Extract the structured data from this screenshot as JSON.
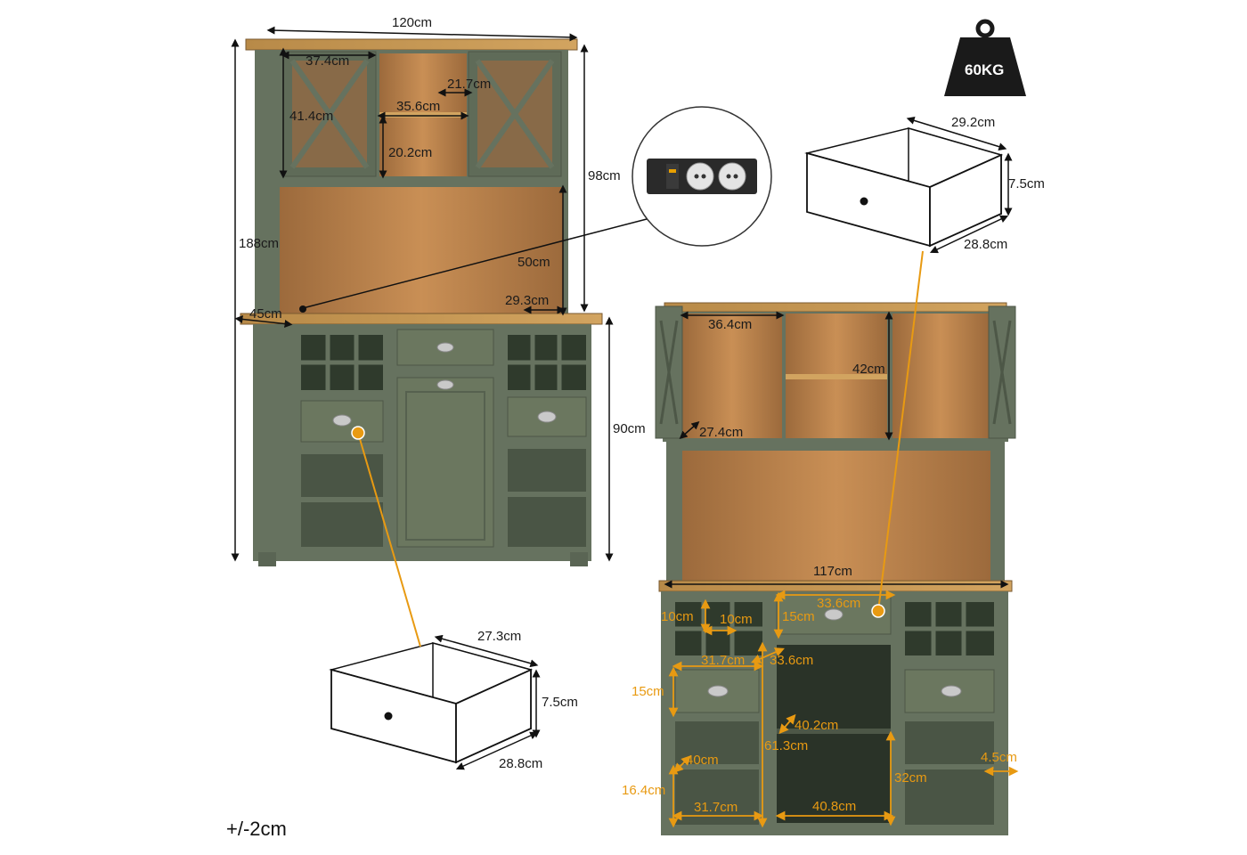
{
  "weight_label": "60KG",
  "tolerance": "+/-2cm",
  "colors": {
    "cabinet_green": "#66725f",
    "wood_top": "#c89a55",
    "wood_back": "#b98450",
    "dim_black": "#111111",
    "dim_orange": "#e89a12"
  },
  "icons": [
    "weight-icon",
    "power-outlet-icon",
    "drawer-diagram-icon"
  ],
  "left_view": {
    "width_top": "120cm",
    "door_width": "37.4cm",
    "door_height": "41.4cm",
    "shelf_gap": "21.7cm",
    "middle_width": "35.6cm",
    "middle_height": "20.2cm",
    "total_height": "188cm",
    "hutch_height": "98cm",
    "open_height": "50cm",
    "hutch_depth": "29.3cm",
    "base_depth": "45cm",
    "base_height": "90cm"
  },
  "left_drawer": {
    "width": "27.3cm",
    "height": "7.5cm",
    "depth": "28.8cm"
  },
  "right_drawer": {
    "width": "29.2cm",
    "height": "7.5cm",
    "depth": "28.8cm"
  },
  "right_view": {
    "door_inner_width": "36.4cm",
    "shelf_height": "42cm",
    "door_depth": "27.4cm",
    "counter_width": "117cm",
    "top_drawer_width": "33.6cm",
    "rack_a": "10cm",
    "rack_b": "10cm",
    "top_drawer_height": "15cm",
    "drawer_width_l": "31.7cm",
    "center_width": "33.6cm",
    "drawer_height_l": "15cm",
    "center_depth": "40.2cm",
    "center_height": "61.3cm",
    "cube_depth": "40cm",
    "cube_height": "16.4cm",
    "bottom_width_l": "31.7cm",
    "bottom_width_c": "40.8cm",
    "cab_height": "32cm",
    "side_gap": "4.5cm"
  }
}
